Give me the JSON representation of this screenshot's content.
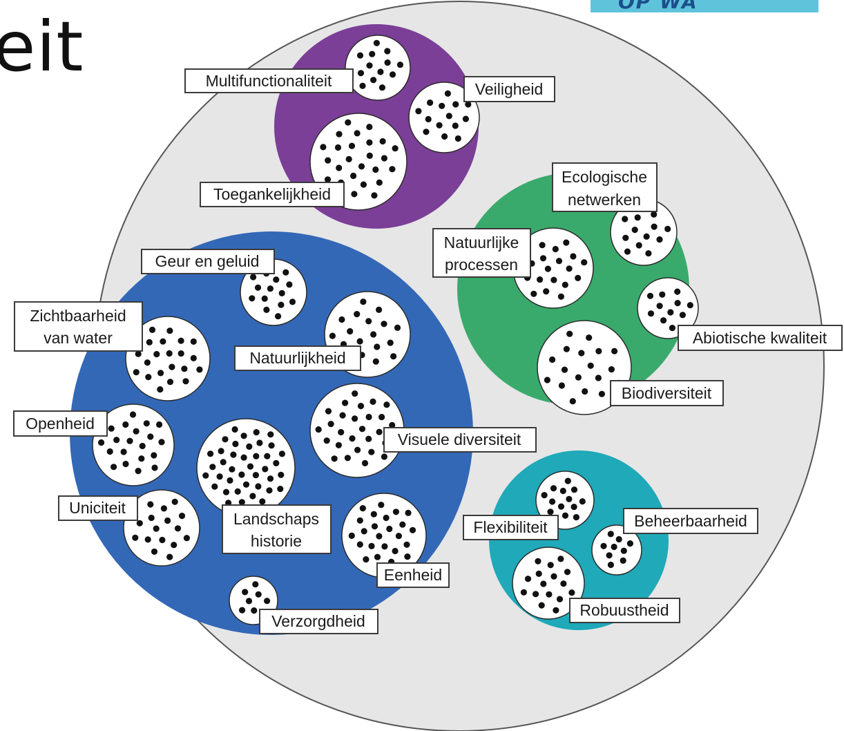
{
  "title_fragment": "eit",
  "logo": {
    "text": "OP WA",
    "color": "#5fc3dc"
  },
  "colors": {
    "outer": "#e6e6e6",
    "purple": "#7b3f97",
    "blue": "#3368b7",
    "green": "#3aaa6c",
    "teal": "#1fa9b9"
  },
  "groups": {
    "purple": {
      "labels": {
        "multifunctionaliteit": "Multifunctionaliteit",
        "veiligheid": "Veiligheid",
        "toegankelijkheid": "Toegankelijkheid"
      }
    },
    "green": {
      "labels": {
        "ecologische_1": "Ecologische",
        "ecologische_2": "netwerken",
        "natuurlijke_1": "Natuurlijke",
        "natuurlijke_2": "processen",
        "abiotische": "Abiotische kwaliteit",
        "biodiversiteit": "Biodiversiteit"
      }
    },
    "blue": {
      "labels": {
        "geur": "Geur en geluid",
        "zichtbaarheid_1": "Zichtbaarheid",
        "zichtbaarheid_2": "van water",
        "natuurlijkheid": "Natuurlijkheid",
        "openheid": "Openheid",
        "visuele": "Visuele diversiteit",
        "uniciteit": "Uniciteit",
        "landschaps_1": "Landschaps",
        "landschaps_2": "historie",
        "eenheid": "Eenheid",
        "verzorgdheid": "Verzorgdheid"
      }
    },
    "teal": {
      "labels": {
        "flexibiliteit": "Flexibiliteit",
        "beheerbaarheid": "Beheerbaarheid",
        "robuustheid": "Robuustheid"
      }
    }
  }
}
